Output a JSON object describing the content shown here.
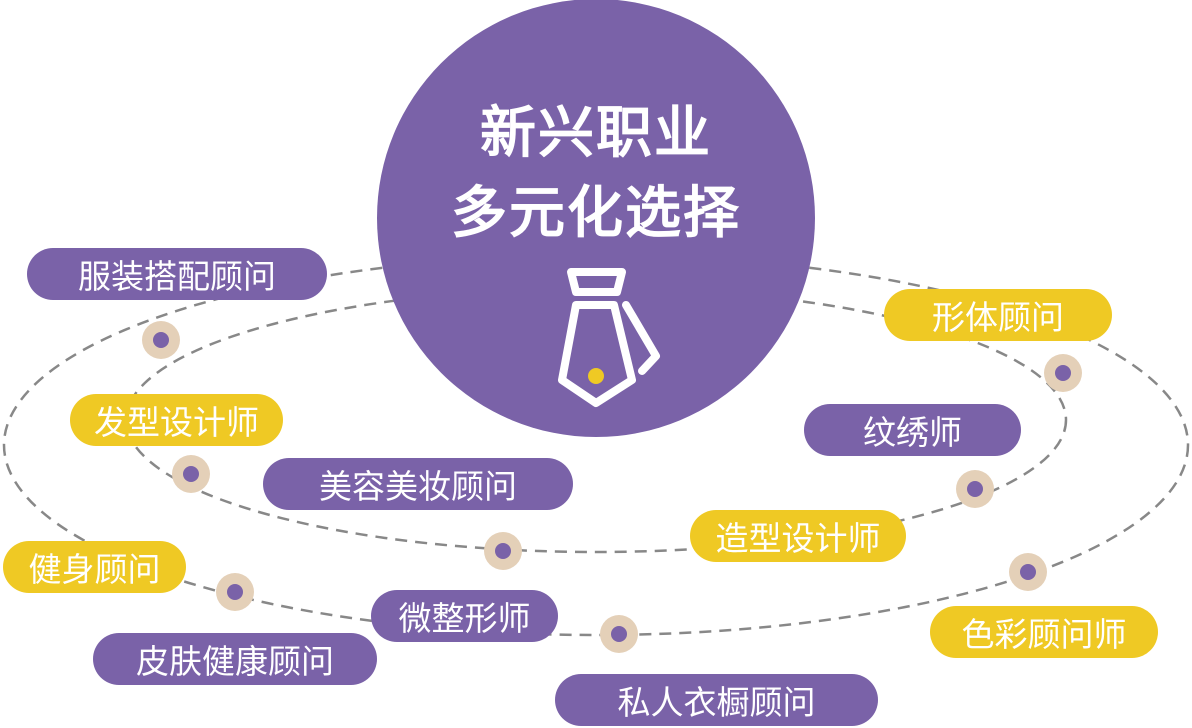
{
  "title": {
    "line1": "新兴职业",
    "line2": "多元化选择"
  },
  "colors": {
    "purple": "#7a62a8",
    "yellow": "#efc924",
    "dot_ring": "#e4d0b8"
  },
  "center_icon": "tie-icon",
  "careers": [
    {
      "label": "服装搭配顾问",
      "color": "purple"
    },
    {
      "label": "形体顾问",
      "color": "yellow"
    },
    {
      "label": "发型设计师",
      "color": "yellow"
    },
    {
      "label": "纹绣师",
      "color": "purple"
    },
    {
      "label": "美容美妆顾问",
      "color": "purple"
    },
    {
      "label": "造型设计师",
      "color": "yellow"
    },
    {
      "label": "健身顾问",
      "color": "yellow"
    },
    {
      "label": "微整形师",
      "color": "purple"
    },
    {
      "label": "色彩顾问师",
      "color": "yellow"
    },
    {
      "label": "皮肤健康顾问",
      "color": "purple"
    },
    {
      "label": "私人衣橱顾问",
      "color": "purple"
    }
  ]
}
